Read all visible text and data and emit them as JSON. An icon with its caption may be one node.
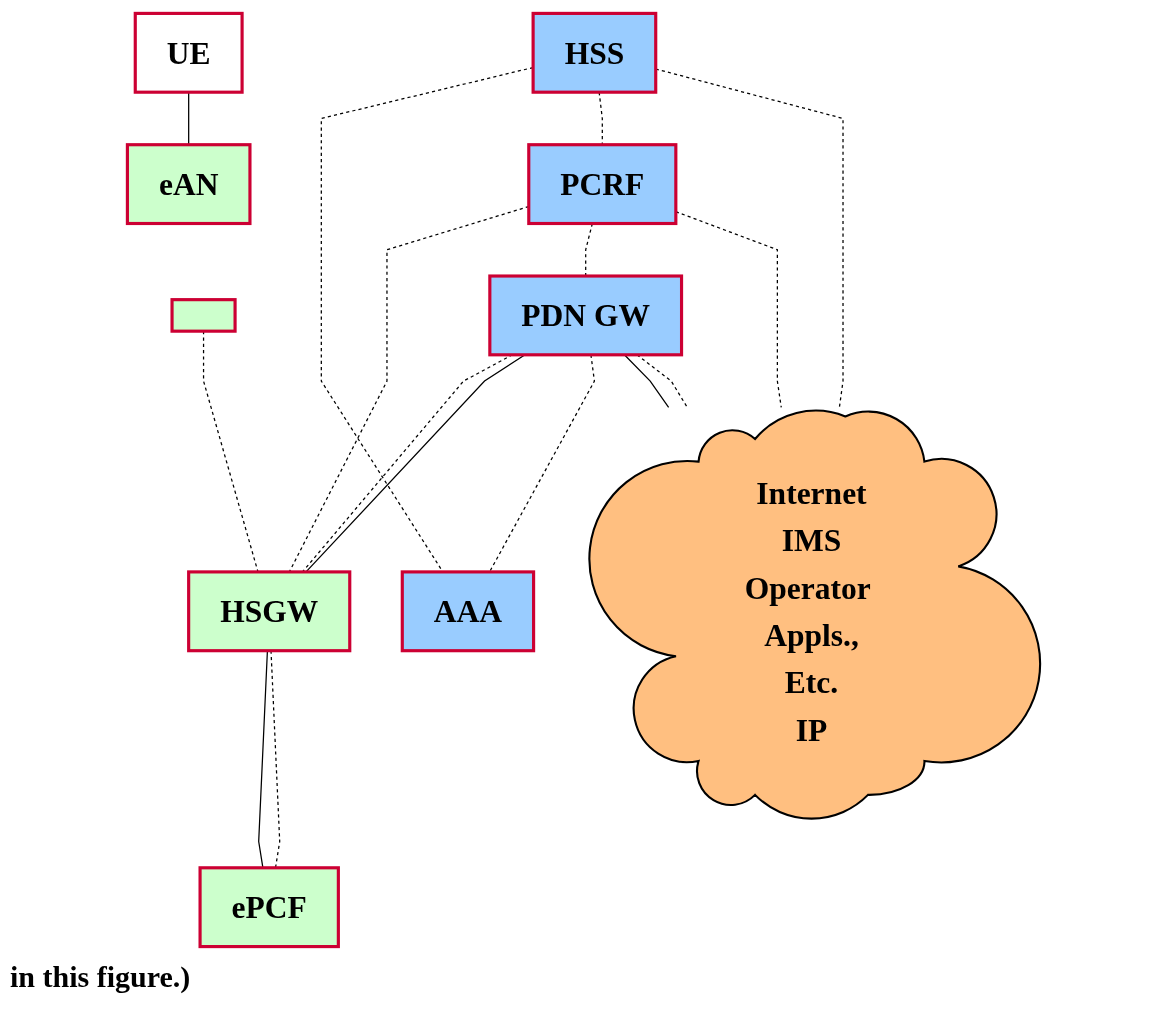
{
  "diagram": {
    "nodes": [
      {
        "text": [
          "Internet",
          "IMS",
          "Operator Appls.,",
          "Etc.",
          "IP"
        ]
      },
      {
        "text": [
          "HSS"
        ]
      },
      {
        "text": [
          "AAA"
        ]
      },
      {
        "text": [],
        "shape": "box"
      },
      {
        "text": [
          "PCRF"
        ]
      },
      {
        "text": [
          "PDN GW"
        ]
      },
      {
        "text": [
          "HSGW"
        ]
      },
      {
        "text": [
          "UE"
        ]
      },
      {
        "text": [
          "ePCF"
        ]
      },
      {
        "text": [
          "eAN"
        ]
      }
    ],
    "edges": [
      {
        "from": 1,
        "to": 0,
        "arrow": "none",
        "style": "dashed"
      },
      {
        "from": 1,
        "to": 4,
        "arrow": "none",
        "style": "dashed"
      },
      {
        "from": 1,
        "to": 2,
        "arrow": "none",
        "style": "dashed"
      },
      {
        "from": 4,
        "to": 0,
        "arrow": "none",
        "style": "dashed"
      },
      {
        "from": 4,
        "to": 5,
        "arrow": "none",
        "style": "dashed"
      },
      {
        "from": 4,
        "to": 6,
        "arrow": "none",
        "style": "dashed"
      },
      {
        "from": 5,
        "to": 0,
        "arrow": "none",
        "style": "dashed"
      },
      {
        "from": 5,
        "to": 0,
        "arrow": "none"
      },
      {
        "from": 5,
        "to": 2,
        "arrow": "none",
        "style": "dashed"
      },
      {
        "from": 5,
        "to": 6,
        "arrow": "none"
      },
      {
        "from": 5,
        "to": 6,
        "arrow": "none",
        "style": "dashed"
      },
      {
        "from": 3,
        "to": 6,
        "arrow": "none",
        "style": "dashed"
      },
      {
        "from": 6,
        "to": 8,
        "arrow": "none",
        "style": "dashed"
      },
      {
        "from": 6,
        "to": 8,
        "arrow": "none"
      },
      {
        "from": 7,
        "to": 9,
        "arrow": "none"
      }
    ],
    "labels": [
      "in this figure.)"
    ]
  }
}
